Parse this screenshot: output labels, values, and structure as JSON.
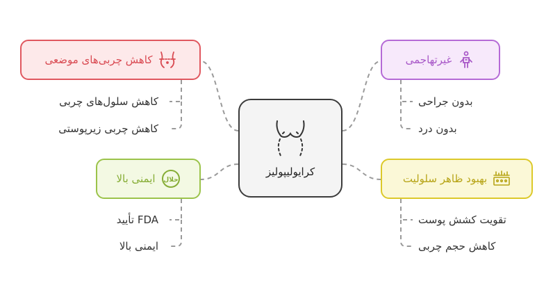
{
  "center": {
    "label": "کرایولیپولیز",
    "icon": "body-contour-icon"
  },
  "branches": {
    "top_left": {
      "label": "کاهش چربی‌های موضعی",
      "icon": "belly-measure-icon",
      "color": "#e0575f",
      "items": [
        "کاهش سلول‌های چربی",
        "کاهش چربی زیرپوستی"
      ]
    },
    "top_right": {
      "label": "غیرتهاجمی",
      "icon": "person-icon",
      "color": "#b56ad6",
      "items": [
        "بدون جراحی",
        "بدون درد"
      ]
    },
    "bottom_left": {
      "label": "ایمنی بالا",
      "icon": "halal-badge-icon",
      "badge_text": "حلال",
      "color": "#9bc34a",
      "items": [
        "FDA تأیید",
        "ایمنی بالا"
      ]
    },
    "bottom_right": {
      "label": "بهبود ظاهر سلولیت",
      "icon": "skin-texture-icon",
      "color": "#dcc92a",
      "items": [
        "تقویت کشش پوست",
        "کاهش حجم چربی"
      ]
    }
  }
}
